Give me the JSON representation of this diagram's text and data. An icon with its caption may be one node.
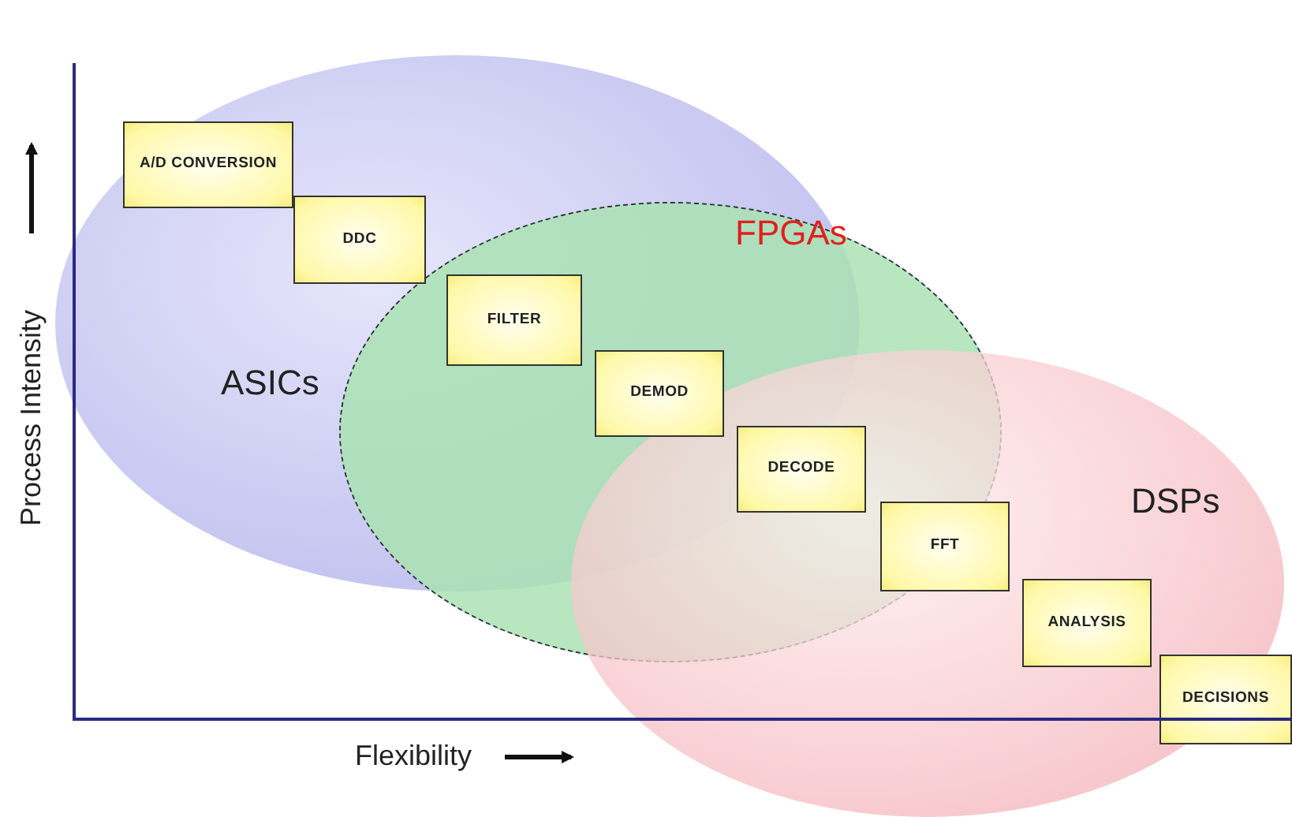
{
  "diagram": {
    "nodes": [
      {
        "text": [
          "ASICs"
        ]
      },
      {
        "text": [
          "FPGAs"
        ]
      },
      {
        "text": [
          "DSPs"
        ]
      },
      {
        "text": [
          "A/D CONVERSION"
        ],
        "in": 0
      },
      {
        "text": [
          "DDC"
        ],
        "in": 0
      },
      {
        "text": [
          "FILTER"
        ]
      },
      {
        "text": [
          "DEMOD"
        ]
      },
      {
        "text": [
          "DECODE"
        ]
      },
      {
        "text": [
          "FFT"
        ]
      },
      {
        "text": [
          "ANALYSIS"
        ],
        "in": 2
      },
      {
        "text": [
          "DECISIONS"
        ],
        "in": 2
      }
    ],
    "edges": [],
    "labels": [
      "Process Intensity",
      "Flexibility"
    ]
  }
}
